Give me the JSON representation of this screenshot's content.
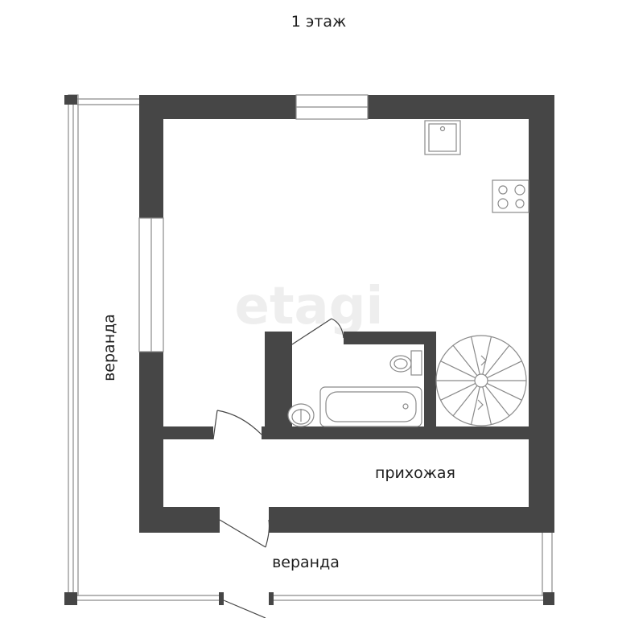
{
  "floor": {
    "title": "1 этаж"
  },
  "rooms": {
    "veranda_left": "веранда",
    "hallway": "прихожая",
    "veranda_bottom": "веранда"
  },
  "watermark": {
    "text": "etagi"
  },
  "colors": {
    "wall": "#464646",
    "fixture_line": "#8a8a8a",
    "label": "#1e1e1e",
    "watermark": "#eeeeee",
    "background": "#ffffff"
  },
  "icons": [
    "sink-icon",
    "stove-icon",
    "toilet-icon",
    "bathtub-icon",
    "washbasin-icon",
    "spiral-staircase-icon",
    "door-swing-icon",
    "window-icon"
  ]
}
